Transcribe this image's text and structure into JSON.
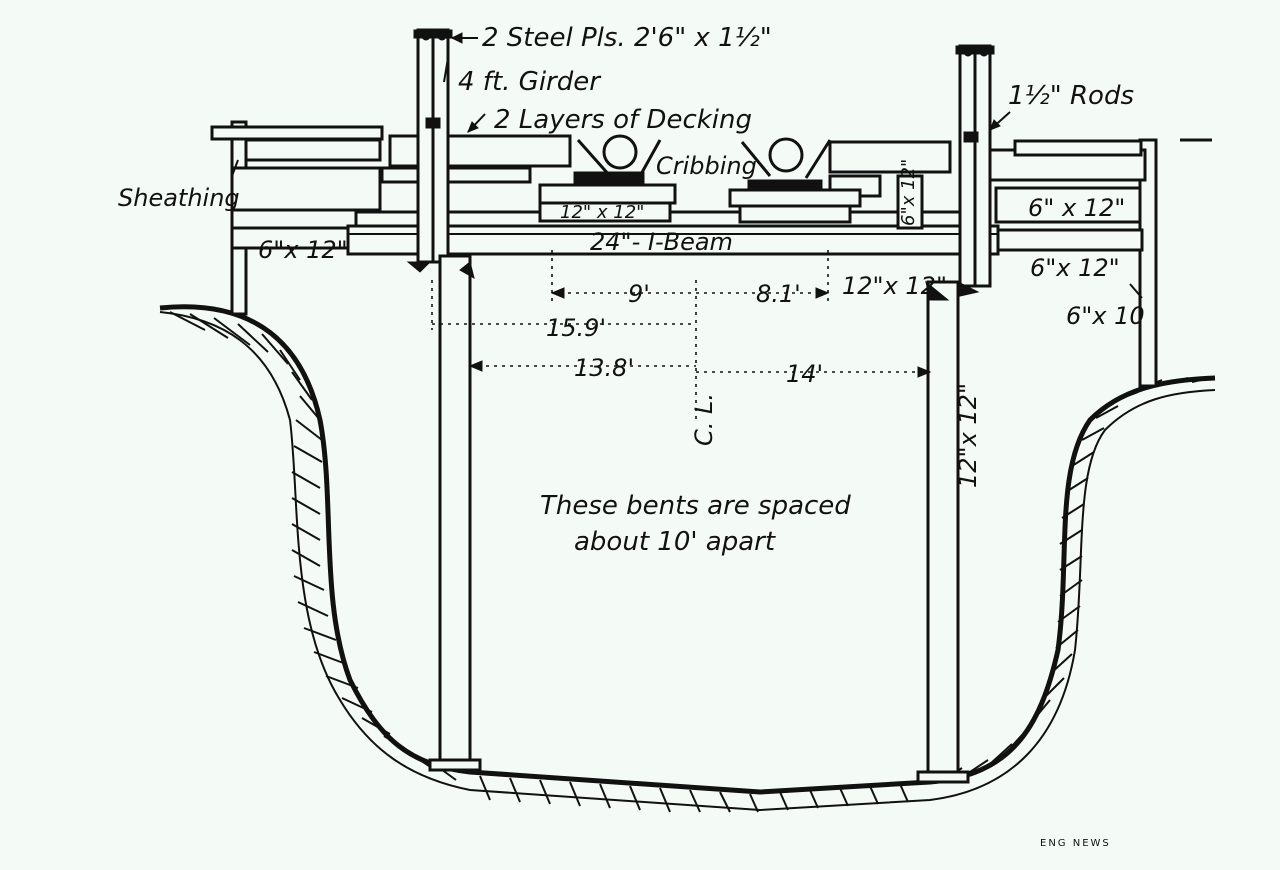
{
  "labels": {
    "steel_plates": "2 Steel Pls. 2'6\" x 1½\"",
    "girder": "4 ft. Girder",
    "decking": "2 Layers of Decking",
    "rods": "1½\" Rods",
    "sheathing": "Sheathing",
    "cribbing": "Cribbing",
    "timber_12x12_block": "12\" x 12\"",
    "timber_6x12_vertical": "6\"x 12\"",
    "timber_6x12_left": "6\"x 12\"",
    "timber_6x12_right_top": "6\" x 12\"",
    "timber_6x12_right_mid": "6\"x 12\"",
    "timber_6x10": "6\"x 10",
    "timber_12x12_corbel": "12\"x 12\"",
    "ibeam": "24\"- I-Beam",
    "post_12x12": "12\"x 12\"",
    "centerline": "C. L.",
    "note_line1": "These bents are spaced",
    "note_line2": "about 10' apart",
    "credit": "ENG NEWS"
  },
  "dimensions": {
    "d_9": "9'",
    "d_8_1": "8.1'",
    "d_15_9": "15.9'",
    "d_13_8": "13.8'",
    "d_14": "14'"
  }
}
